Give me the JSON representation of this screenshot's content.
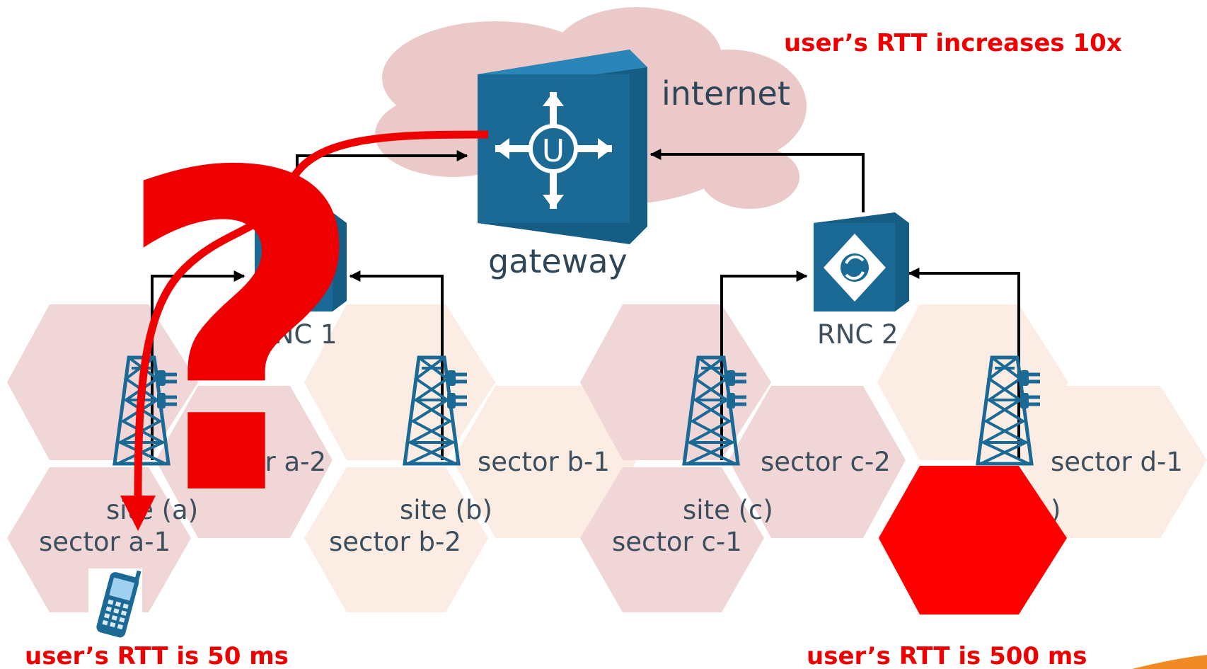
{
  "labels": {
    "internet": "internet",
    "gateway": "gateway",
    "rnc1": "RNC 1",
    "rnc2": "RNC 2",
    "site_a": "site (a)",
    "site_b": "site (b)",
    "site_c": "site (c)",
    "sector_a1": "sector a-1",
    "sector_a2": "sector a-2",
    "sector_b1": "sector b-1",
    "sector_b2": "sector b-2",
    "sector_c1": "sector c-1",
    "sector_c2": "sector c-2",
    "sector_d1": "sector d-1",
    "site_d_fragment": ")"
  },
  "annotations": {
    "top_right": "user’s RTT increases 10x",
    "bottom_left": "user’s RTT is 50 ms",
    "bottom_right": "user’s RTT is 500 ms",
    "question": "?"
  },
  "colors": {
    "cloud": "#ecc9c9",
    "hex_dark": "#f0d6d6",
    "hex_light": "#fbece4",
    "device": "#1a6a95",
    "annotation_red": "#ee0000",
    "stop_hexagon": "#ff0000",
    "accent_orange": "#f08a24"
  },
  "icons": [
    "router-icon",
    "rnc-icon",
    "cell-tower-icon",
    "mobile-phone-icon",
    "stop-hexagon-icon",
    "question-mark-icon"
  ]
}
